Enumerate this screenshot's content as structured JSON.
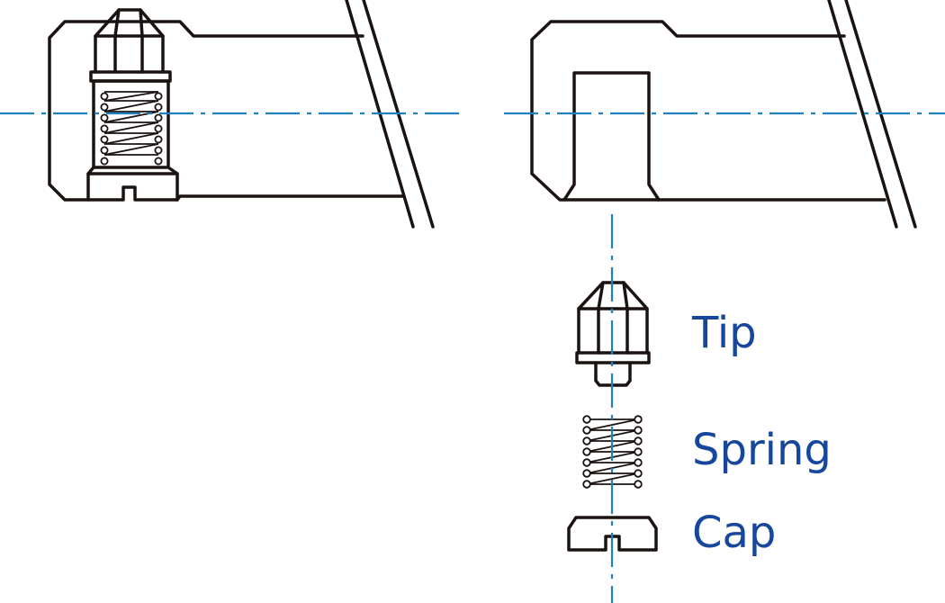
{
  "colors": {
    "outline": "#1a1311",
    "centerline": "#1f7fc2",
    "label_text": "#16479c",
    "background": "#ffffff"
  },
  "labels": {
    "tip": "Tip",
    "spring": "Spring",
    "cap": "Cap"
  }
}
